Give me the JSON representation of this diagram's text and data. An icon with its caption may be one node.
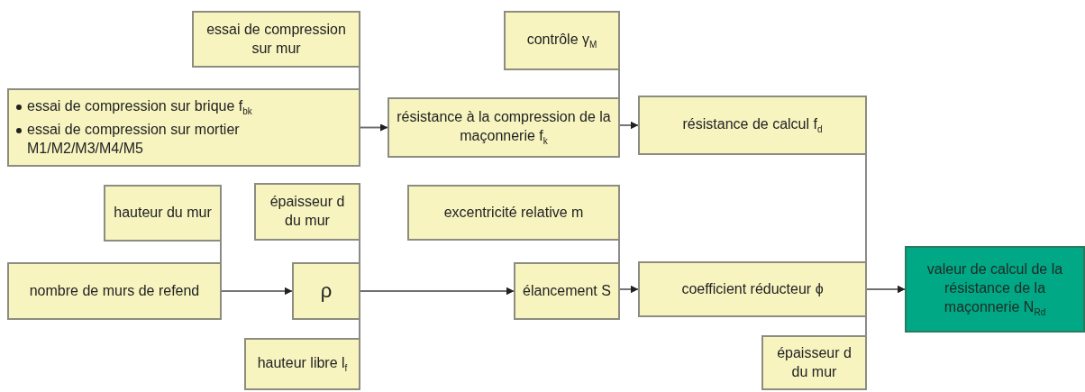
{
  "diagram": {
    "nodes": [
      {
        "text": [
          "essai de compression sur mur"
        ]
      },
      {
        "text": [
          "contrôle γ$_{M}$"
        ]
      },
      {
        "text": [
          "essai de compression sur brique f$_{bk}$",
          "essai de compression sur mortier M1/M2/M3/M4/M5"
        ]
      },
      {
        "text": [
          "résistance à la compression de la maçonnerie f$_{k}$"
        ]
      },
      {
        "text": [
          "résistance de calcul f$_{d}$"
        ]
      },
      {
        "text": [
          "hauteur du mur"
        ]
      },
      {
        "text": [
          "épaisseur d du mur"
        ]
      },
      {
        "text": [
          "excentricité relative m"
        ]
      },
      {
        "text": [
          "nombre de murs de refend"
        ]
      },
      {
        "text": [
          "ρ"
        ]
      },
      {
        "text": [
          "élancement S"
        ]
      },
      {
        "text": [
          "coefficient réducteur ϕ"
        ]
      },
      {
        "text": [
          "valeur de calcul de la résistance de la maçonnerie N$_{Rd}$"
        ]
      },
      {
        "text": [
          "hauteur libre l$_{f}$"
        ]
      },
      {
        "text": [
          "épaisseur d du mur"
        ]
      }
    ],
    "edges": [
      {
        "from": 0,
        "to": 3,
        "arrow": "to"
      },
      {
        "from": 2,
        "to": 3,
        "arrow": "to"
      },
      {
        "from": 1,
        "to": 4,
        "arrow": "to"
      },
      {
        "from": 3,
        "to": 4,
        "arrow": "to"
      },
      {
        "from": 5,
        "to": 9,
        "arrow": "to"
      },
      {
        "from": 8,
        "to": 9,
        "arrow": "to"
      },
      {
        "from": 6,
        "to": 10,
        "arrow": "to"
      },
      {
        "from": 9,
        "to": 10,
        "arrow": "to"
      },
      {
        "from": 13,
        "to": 10,
        "arrow": "to"
      },
      {
        "from": 7,
        "to": 11,
        "arrow": "to"
      },
      {
        "from": 10,
        "to": 11,
        "arrow": "to"
      },
      {
        "from": 4,
        "to": 12,
        "arrow": "to"
      },
      {
        "from": 11,
        "to": 12,
        "arrow": "to"
      },
      {
        "from": 14,
        "to": 12,
        "arrow": "to"
      }
    ]
  }
}
